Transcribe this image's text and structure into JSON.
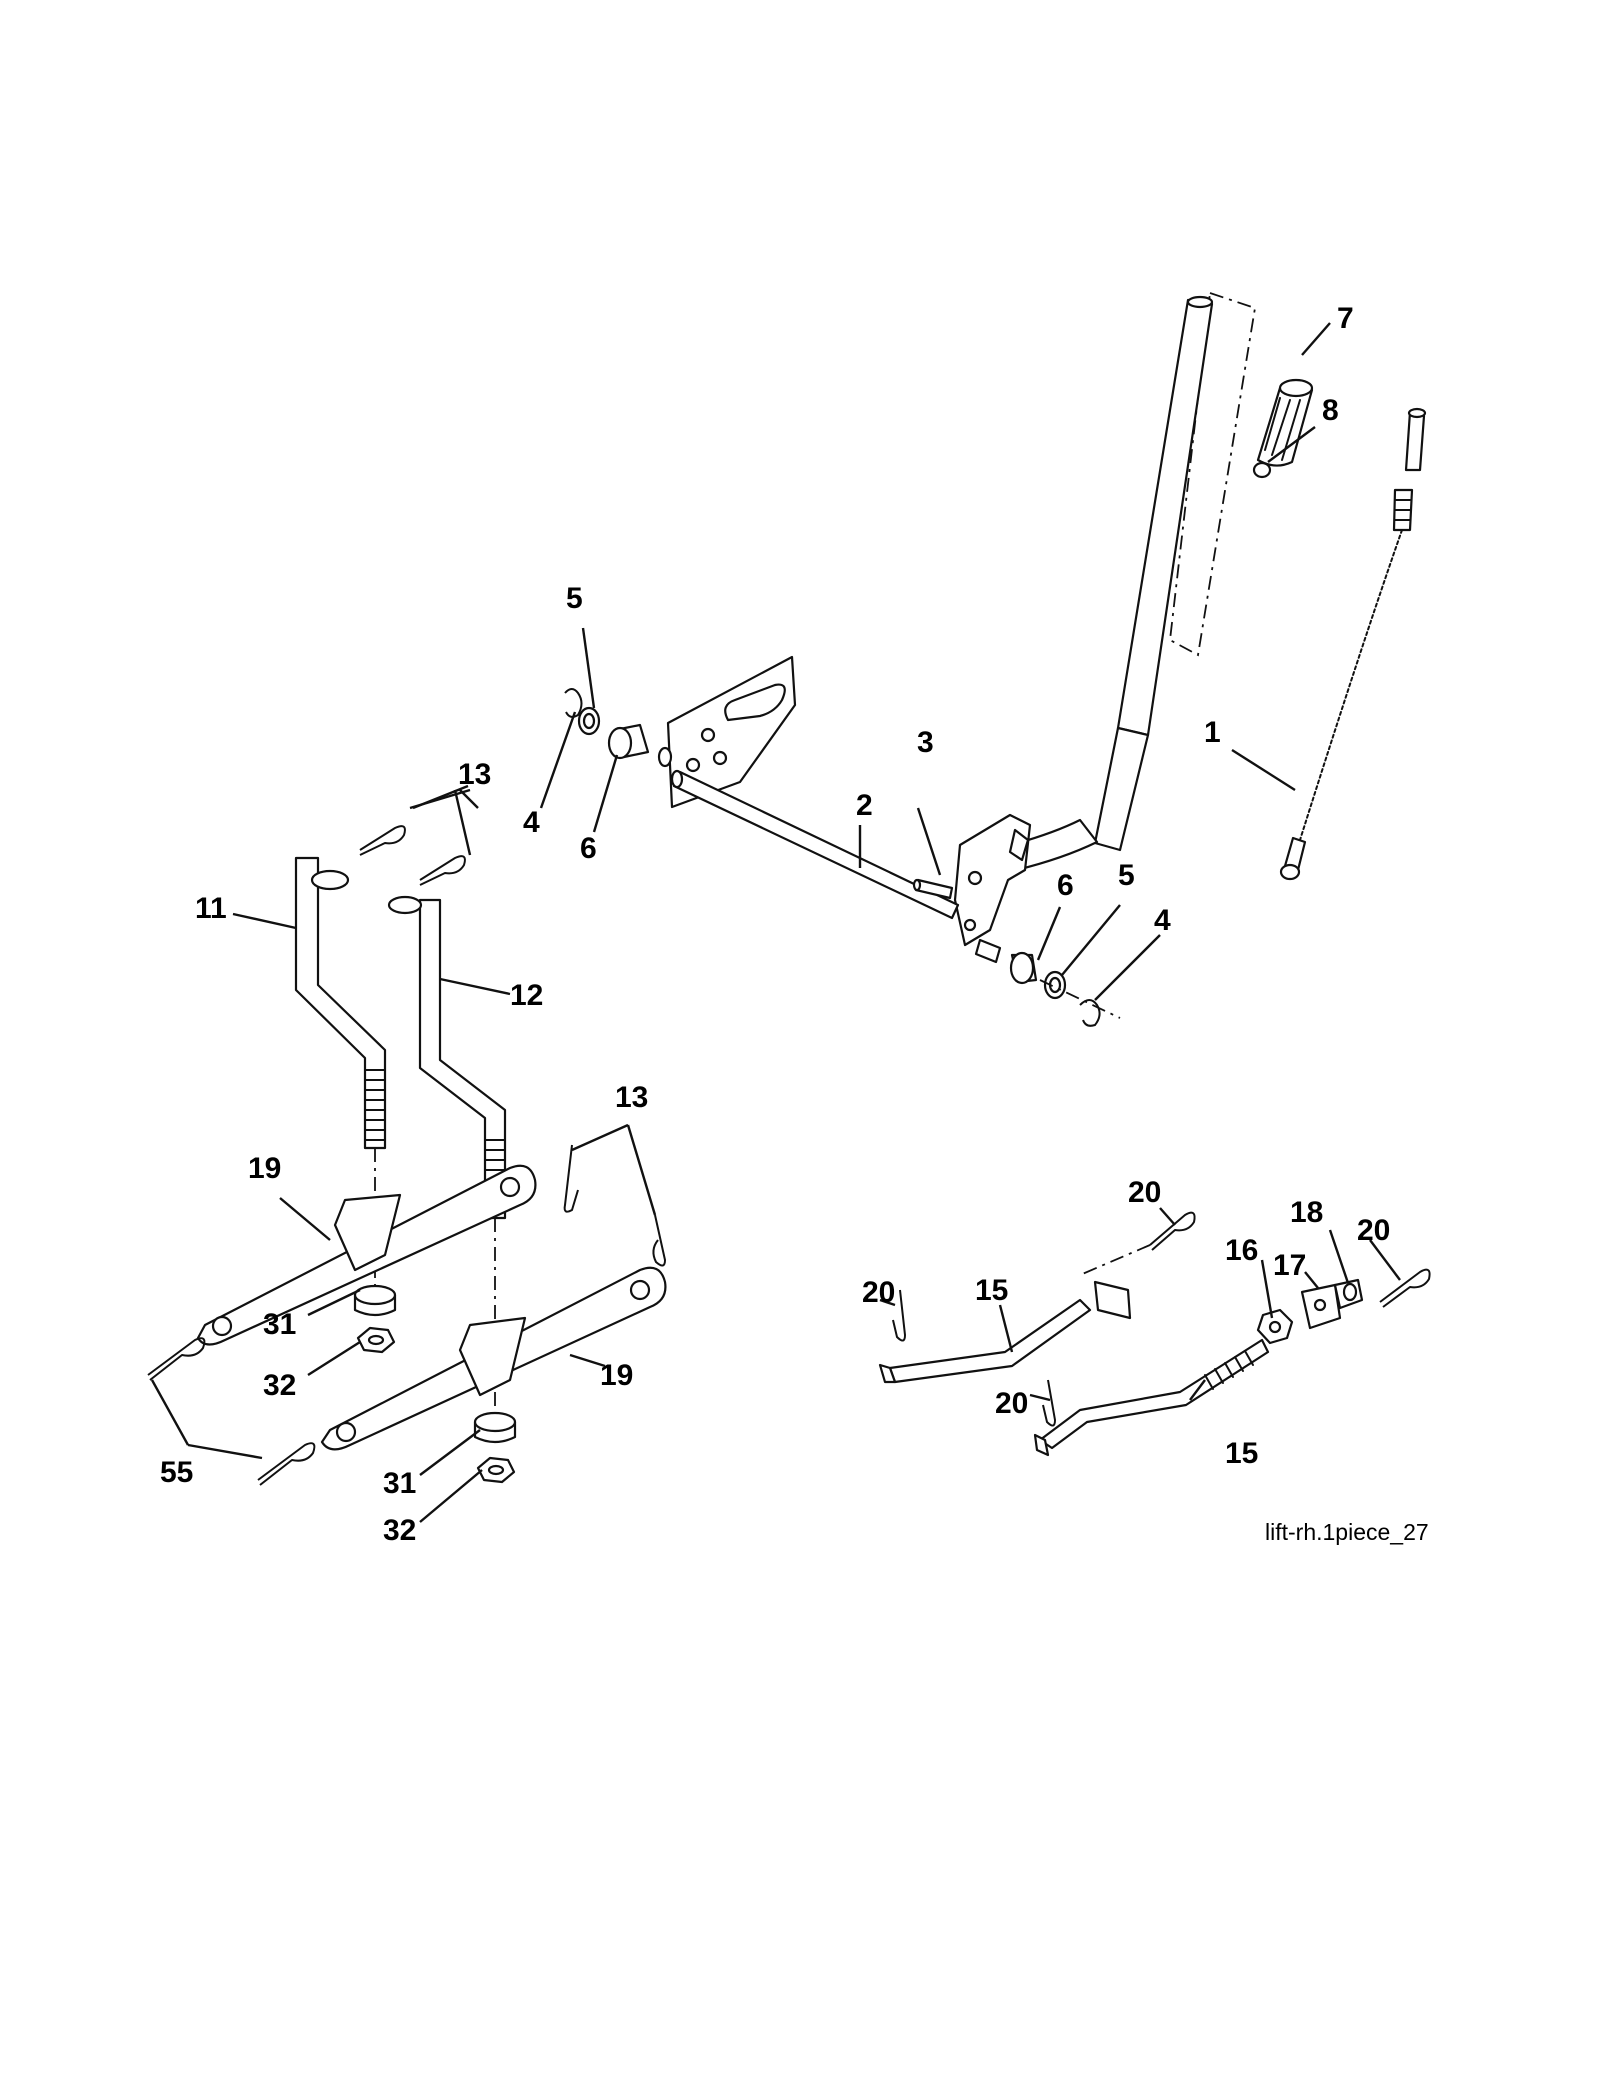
{
  "drawing_id": "lift-rh.1piece_27",
  "callouts": {
    "c1": "1",
    "c2": "2",
    "c3": "3",
    "c4a": "4",
    "c4b": "4",
    "c5a": "5",
    "c5b": "5",
    "c6a": "6",
    "c6b": "6",
    "c7": "7",
    "c8": "8",
    "c11": "11",
    "c12": "12",
    "c13a": "13",
    "c13b": "13",
    "c15a": "15",
    "c15b": "15",
    "c16": "16",
    "c17": "17",
    "c18": "18",
    "c19a": "19",
    "c19b": "19",
    "c20a": "20",
    "c20b": "20",
    "c20c": "20",
    "c20d": "20",
    "c31a": "31",
    "c31b": "31",
    "c32a": "32",
    "c32b": "32",
    "c55": "55"
  }
}
